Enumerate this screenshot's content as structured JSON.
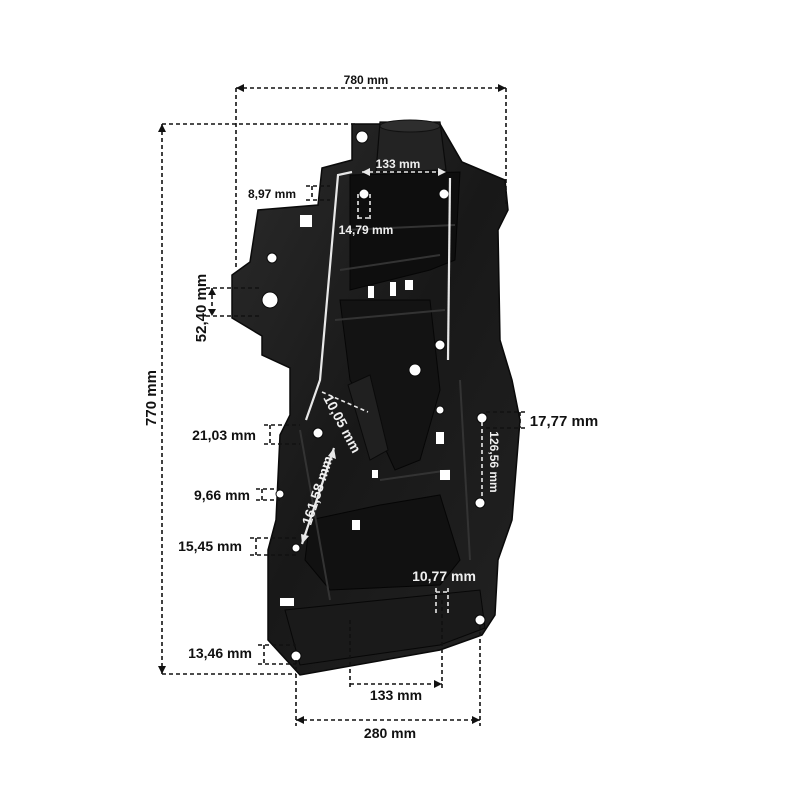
{
  "colors": {
    "part": "#1c1c1c",
    "part_dark": "#0d0d0d",
    "part_highlight": "#3a3a3a",
    "dimension_dark": "#111111",
    "dimension_light": "#e8e8e8",
    "background": "#ffffff"
  },
  "dimensions": {
    "overall_width": "780 mm",
    "overall_height": "770 mm",
    "top_inner_span": "133 mm",
    "top_left_small": "8,97 mm",
    "top_hole_offset": "14,79 mm",
    "left_hole_height": "52,40 mm",
    "diagonal_small": "10,05 mm",
    "left_step_1": "21,03 mm",
    "left_step_2": "9,66 mm",
    "left_step_3": "15,45 mm",
    "left_bottom_step": "13,46 mm",
    "long_diagonal": "161,58 mm",
    "right_hole_offset": "17,77 mm",
    "right_vertical": "126,56 mm",
    "bottom_small": "10,77 mm",
    "bottom_inner_span": "133 mm",
    "bottom_width": "280 mm"
  }
}
